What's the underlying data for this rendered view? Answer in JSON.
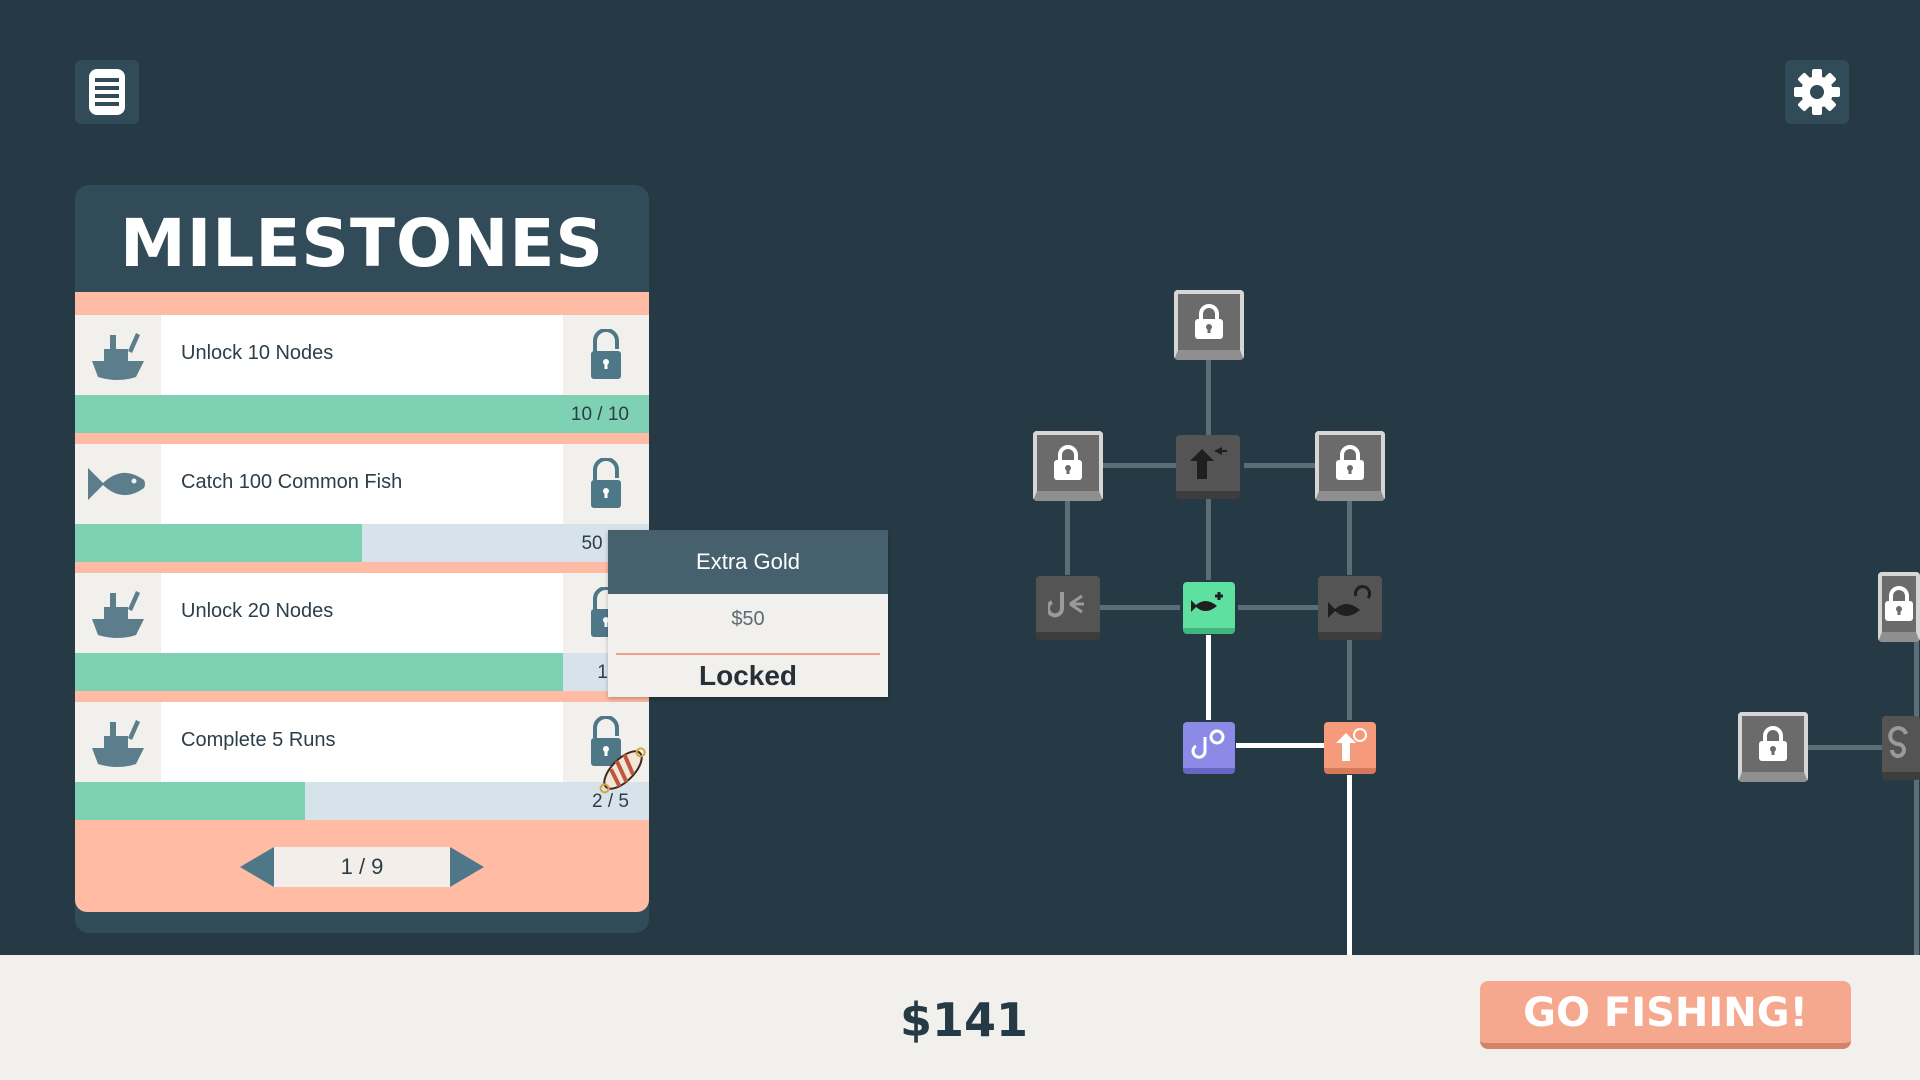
{
  "menu": {
    "icon": "list-menu-icon"
  },
  "settings": {
    "icon": "gear-icon"
  },
  "milestones": {
    "title": "MILESTONES",
    "items": [
      {
        "label": "Unlock 10 Nodes",
        "icon": "ship-icon",
        "progress": 1.0,
        "count": "10 / 10"
      },
      {
        "label": "Catch 100 Common Fish",
        "icon": "fish-icon",
        "progress": 0.5,
        "count": "50 / 1"
      },
      {
        "label": "Unlock 20 Nodes",
        "icon": "ship-icon",
        "progress": 0.85,
        "count": "17 /"
      },
      {
        "label": "Complete 5 Runs",
        "icon": "ship-icon",
        "progress": 0.4,
        "count": "2 / 5"
      }
    ],
    "page": "1 / 9"
  },
  "tooltip": {
    "title": "Extra Gold",
    "price": "$50",
    "status": "Locked"
  },
  "money": "$141",
  "go_button": "GO FISHING!",
  "colors": {
    "background": "#263a45",
    "panel": "#324b58",
    "accent": "#ffbba3",
    "progress": "#7fd1b3",
    "go": "#f5a88e"
  }
}
